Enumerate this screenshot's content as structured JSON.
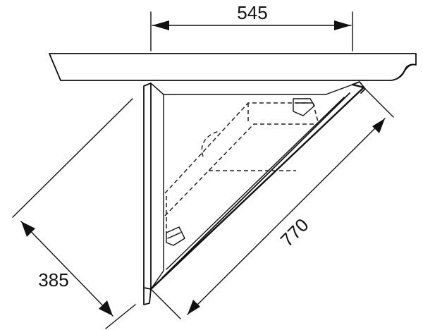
{
  "dimensions": {
    "top_width": "545",
    "diagonal_length": "770",
    "left_depth": "385"
  },
  "colors": {
    "line": "#111111",
    "background": "#ffffff"
  }
}
